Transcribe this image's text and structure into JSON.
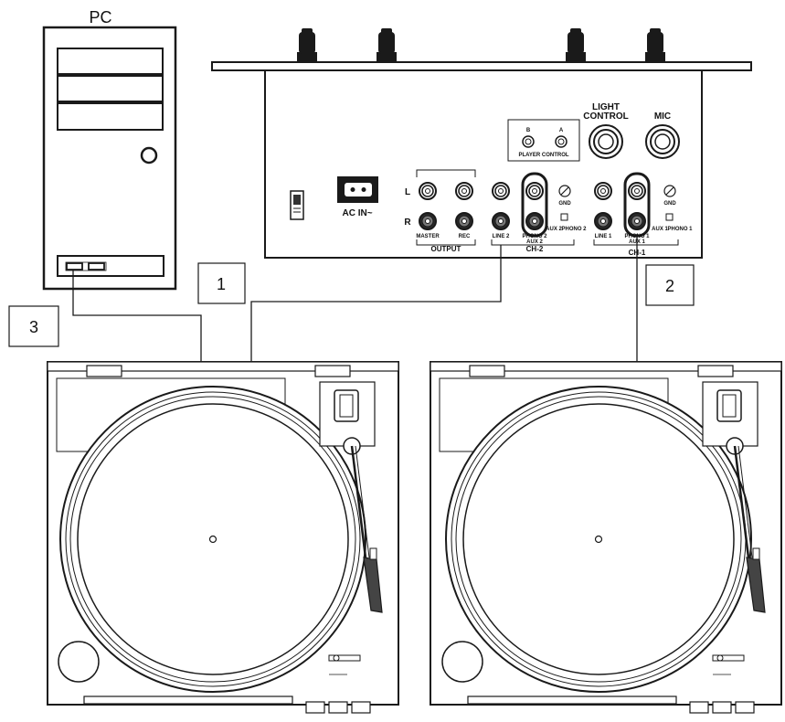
{
  "pc": {
    "title": "PC"
  },
  "mixer": {
    "ac_in": "AC IN~",
    "light_control_1": "LIGHT",
    "light_control_2": "CONTROL",
    "mic": "MIC",
    "player_control": "PLAYER CONTROL",
    "player_b": "B",
    "player_a": "A",
    "output": "OUTPUT",
    "master": "MASTER",
    "rec": "REC",
    "L": "L",
    "R": "R",
    "line2": "LINE 2",
    "phono2": "PHONO 2",
    "aux2": "AUX 2",
    "ch2": "CH-2",
    "gnd2": "GND",
    "aux_small_2": "AUX 2",
    "phono_small_2": "PHONO 2",
    "line1": "LINE 1",
    "phono1": "PHONO 1",
    "aux1": "AUX 1",
    "ch1": "CH-1",
    "gnd1": "GND",
    "aux_small_1": "AUX 1",
    "phono_small_1": "PHONO 1"
  },
  "callouts": {
    "one": "1",
    "two": "2",
    "three": "3"
  },
  "colors": {
    "line": "#1a1a1a",
    "panel": "#ffffff",
    "knob": "#1a1a1a"
  },
  "icons": [
    "power-switch-icon",
    "ac-inlet-icon",
    "rca-jack-icon",
    "xlr-jack-icon",
    "gnd-screw-icon",
    "usb-port-icon",
    "turntable-platter-icon",
    "tonearm-icon"
  ]
}
